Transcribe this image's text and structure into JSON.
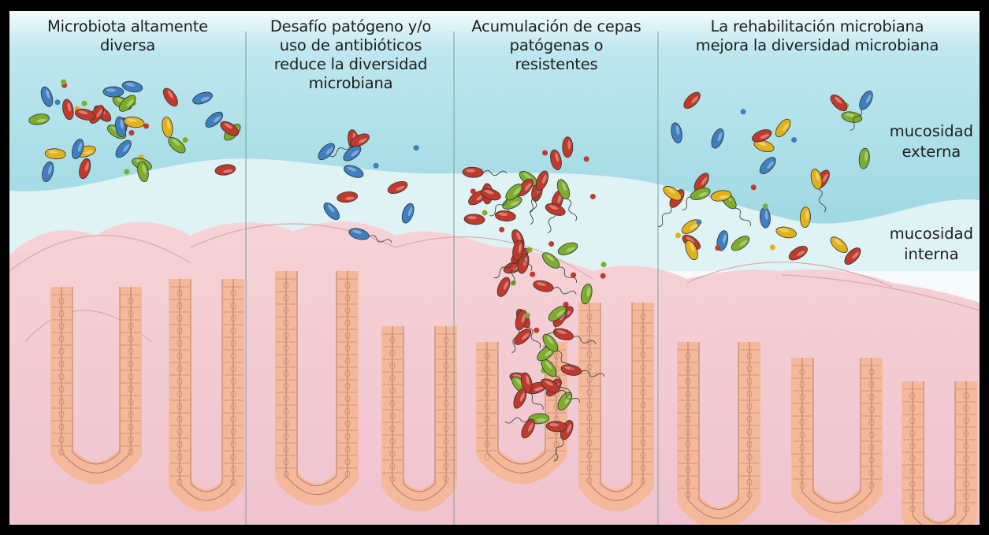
{
  "panels": [
    {
      "title_line1": "Microbiota altamente",
      "title_line2": "diversa",
      "title_line3": "",
      "title_line4": ""
    },
    {
      "title_line1": "Desafío patógeno y/o",
      "title_line2": "uso de antibióticos",
      "title_line3": "reduce la diversidad",
      "title_line4": "microbiana"
    },
    {
      "title_line1": "Acumulación de cepas",
      "title_line2": "patógenas o",
      "title_line3": "resistentes",
      "title_line4": ""
    },
    {
      "title_line1": "La rehabilitación microbiana",
      "title_line2": "mejora la diversidad microbiana",
      "title_line3": "",
      "title_line4": ""
    }
  ],
  "layers": {
    "outer_mucus_line1": "mucosidad",
    "outer_mucus_line2": "externa",
    "inner_mucus_line1": "mucosidad",
    "inner_mucus_line2": "interna"
  },
  "colors": {
    "outer_mucus": "#a8dde6",
    "inner_mucus": "#daf1f3",
    "tissue": "#f2c7cc",
    "epithelium": "#f4b99a",
    "bacteria_red": "#c0392b",
    "bacteria_blue": "#3d7fc0",
    "bacteria_green": "#7cae2c",
    "bacteria_yellow": "#e2b21a"
  }
}
